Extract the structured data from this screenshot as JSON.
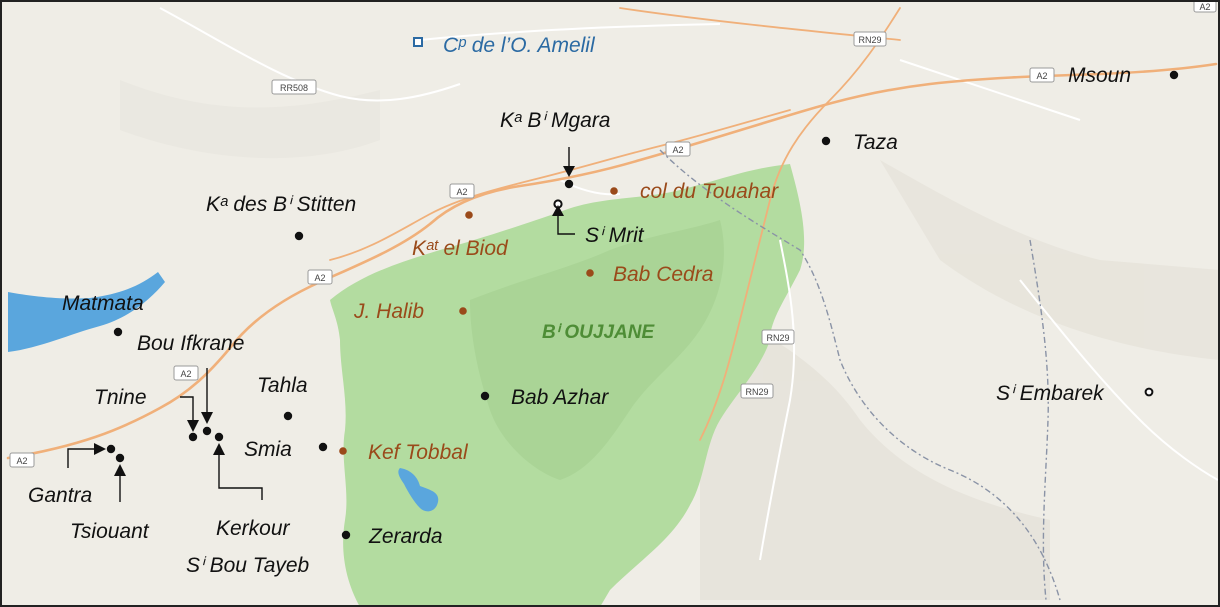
{
  "map": {
    "colors": {
      "land": "#efede6",
      "forest": "#b3dca0",
      "forest_dark": "#a3cf8f",
      "water": "#5aa6dd",
      "road_major": "#f0b07a",
      "road_minor": "#ffffff",
      "border": "#8a93a6",
      "label_black": "#111111",
      "label_brown": "#9a4a1a",
      "label_blue": "#2b6aa3",
      "label_green": "#4e8d36",
      "frame": "#222222"
    },
    "road_shields": {
      "rr508": "RR508",
      "rn29_a": "RN29",
      "rn29_b": "RN29",
      "rn29_c": "RN29",
      "a2_a": "A2",
      "a2_b": "A2",
      "a2_c": "A2",
      "a2_d": "A2",
      "a2_e": "A2",
      "a2_f": "A2",
      "a2_g": "A2"
    },
    "labels": {
      "camp_amelil": "Cᵖ de l’O. Amelil",
      "msoun": "Msoun",
      "ka_bi_mgara": "Kᵃ Bⁱ Mgara",
      "taza": "Taza",
      "col_touahar": "col du Touahar",
      "ka_des_bi_stitten": "Kᵃ des Bⁱ Stitten",
      "si_mrit": "Sⁱ Mrit",
      "kat_el_biod": "Kᵃᵗ el Biod",
      "bab_cedra": "Bab Cedra",
      "matmata": "Matmata",
      "j_halib": "J. Halib",
      "bi_oujjane": "Bⁱ OUJJANE",
      "bou_ifkrane": "Bou Ifkrane",
      "tahla": "Tahla",
      "tnine": "Tnine",
      "bab_azhar": "Bab Azhar",
      "si_embarek": "Sⁱ Embarek",
      "smia": "Smia",
      "kef_tobbal": "Kef Tobbal",
      "gantra": "Gantra",
      "tsiouant": "Tsiouant",
      "kerkour": "Kerkour",
      "zerarda": "Zerarda",
      "si_bou_tayeb": "Sⁱ Bou Tayeb"
    }
  }
}
